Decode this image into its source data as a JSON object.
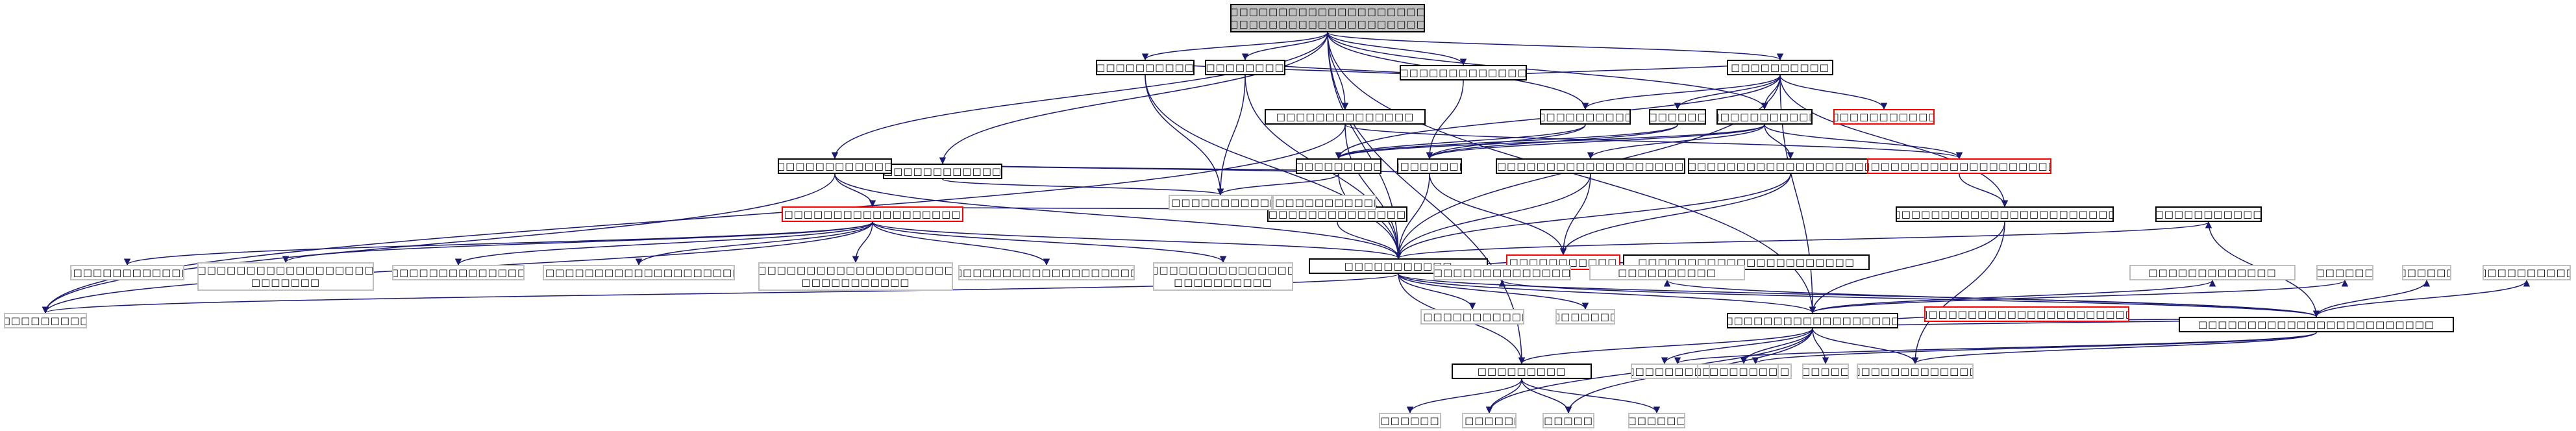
{
  "colors": {
    "edge": "#191970",
    "node_border": "#000000",
    "external_border": "#bfbfbf",
    "incomplete_border": "#ff0000",
    "root_fill": "#bfbfbf"
  },
  "nodes": [
    {
      "id": "root",
      "label": "□□□□□□□□□□□□□□□□□□□□□□\n□□□□□□□□□□□□□□□□□□□□□□□□□□□□□□□□□□□□",
      "style": "root"
    },
    {
      "id": "n1",
      "label": "□□□□□□□□□□□□□□",
      "style": "normal"
    },
    {
      "id": "n2",
      "label": "□□□□□□□□□□□□",
      "style": "normal"
    },
    {
      "id": "n3",
      "label": "□□□□□□□□□□",
      "style": "normal"
    },
    {
      "id": "n4",
      "label": "□□□□□□□□□□□□□□□□□□",
      "style": "normal"
    },
    {
      "id": "n5",
      "label": "□□□□□□□□□□□□□□□□□",
      "style": "normal"
    },
    {
      "id": "n6",
      "label": "□□□□□□□□□□□□□□",
      "style": "normal"
    },
    {
      "id": "n7",
      "label": "□□□□□□",
      "style": "normal"
    },
    {
      "id": "n8",
      "label": "□□□□□□□□□□□□□□□",
      "style": "normal"
    },
    {
      "id": "n9",
      "label": "□□□□□□□□□□□□□",
      "style": "red"
    },
    {
      "id": "n10",
      "label": "□□□□□□□□□□□□□□",
      "style": "normal"
    },
    {
      "id": "n11",
      "label": "□□□□□□□□□□□",
      "style": "normal"
    },
    {
      "id": "n12",
      "label": "□□□□□□□□□□",
      "style": "normal"
    },
    {
      "id": "n13",
      "label": "□□□□□□□□□□□□□□□□□□□□□□□□□",
      "style": "normal"
    },
    {
      "id": "n14",
      "label": "□□□□□□□□□□□□□□□□□□□□□□□□□",
      "style": "normal"
    },
    {
      "id": "n15",
      "label": "□□□□□□□□□□□□□□□□□□□□□□□□",
      "style": "red"
    },
    {
      "id": "n16",
      "label": "□□□□□□□□□□□□□□",
      "style": "normal"
    },
    {
      "id": "n17",
      "label": "□□□□□□□□□□□□□□□□□□□□",
      "style": "red"
    },
    {
      "id": "n18",
      "label": "□□□□□□□□□□□□□□□□□□",
      "style": "normal"
    },
    {
      "id": "n19",
      "label": "□□□□□□□□□□□□□□□□□□□□□□□□□□□□□□□",
      "style": "normal"
    },
    {
      "id": "n20",
      "label": "□□□□□□□□□□□□□□□□□□□",
      "style": "normal"
    },
    {
      "id": "n21",
      "label": "□□□□□□□□□□□",
      "style": "red"
    },
    {
      "id": "n22",
      "label": "□□□□□□□□□□□□□□□□□□□□□□",
      "style": "normal"
    },
    {
      "id": "n23",
      "label": "□□□□□□□□□□□",
      "style": "normal"
    },
    {
      "id": "n24",
      "label": "□□□□□□□□□□□□□□□□□□□□□□□□",
      "style": "normal"
    },
    {
      "id": "n25",
      "label": "□□□□□□□□□□□□□□□□□□□□□□",
      "style": "red"
    },
    {
      "id": "n26",
      "label": "□□□□□□□□□□□□□□□□□□□□□□",
      "style": "normal"
    },
    {
      "id": "n27",
      "label": "□□□□□□□□□",
      "style": "normal"
    },
    {
      "id": "e1",
      "label": "□□□□□□□□□□□□",
      "style": "ext"
    },
    {
      "id": "e2",
      "label": "□□□□□□□□□□□",
      "style": "ext"
    },
    {
      "id": "e3",
      "label": "□□□□□□□□□□□□□□□",
      "style": "ext"
    },
    {
      "id": "e4",
      "label": "□□□□□□□□□□□□□□□□□□□□□□\n□□□□□□□",
      "style": "ext"
    },
    {
      "id": "e5",
      "label": "□□□□□□□□□□□□□□□□□□",
      "style": "ext"
    },
    {
      "id": "e6",
      "label": "□□□□□□□□□□□□□□□□□□□□□□□□□",
      "style": "ext"
    },
    {
      "id": "e7",
      "label": "□□□□□□□□□□□□□□□□□□□□□□□□\n□□□□□□□□□□□",
      "style": "ext"
    },
    {
      "id": "e8",
      "label": "□□□□□□□□□□□□□□□□□□□□□□□□□",
      "style": "ext"
    },
    {
      "id": "e9",
      "label": "□□□□□□□□□□□□□□□□□\n□□□□□□□□□□",
      "style": "ext"
    },
    {
      "id": "e10",
      "label": "□□□□□□□□□□□□□□□□□□□□",
      "style": "ext"
    },
    {
      "id": "e11",
      "label": "□□□□□□□□□□□□□□□□□□□□□□□□",
      "style": "ext"
    },
    {
      "id": "e12",
      "label": "□□□□□□□",
      "style": "ext"
    },
    {
      "id": "e13",
      "label": "□□□□□□□",
      "style": "ext"
    },
    {
      "id": "e14",
      "label": "□□□□□□□",
      "style": "ext"
    },
    {
      "id": "e15",
      "label": "□□□□□□□□□□□□",
      "style": "ext"
    },
    {
      "id": "e16",
      "label": "□□□□□□□□□□□□",
      "style": "ext"
    },
    {
      "id": "e17",
      "label": "□□□□□□□□□□□□□",
      "style": "ext"
    },
    {
      "id": "e18",
      "label": "□□□□□□□□□□□□□□□□□□□□□□□",
      "style": "ext"
    },
    {
      "id": "e19",
      "label": "□□□□□□□□□□",
      "style": "ext"
    },
    {
      "id": "e20",
      "label": "□□□□□□□",
      "style": "ext"
    },
    {
      "id": "e21",
      "label": "□□□□□□□□□□□",
      "style": "ext"
    },
    {
      "id": "e22",
      "label": "□□□□□□□□□□□□□□□□□□□□□□□□□",
      "style": "ext"
    },
    {
      "id": "e23",
      "label": "□□□□□□□□□□□□□",
      "style": "ext"
    },
    {
      "id": "e24",
      "label": "□□□□□□□□",
      "style": "ext"
    },
    {
      "id": "e25",
      "label": "□□□□□□□□□□□□□□□□",
      "style": "ext"
    },
    {
      "id": "e26",
      "label": "□□□□□□□□□□",
      "style": "ext"
    },
    {
      "id": "e27",
      "label": "□□□□□□□□□□",
      "style": "ext"
    },
    {
      "id": "e28",
      "label": "□□□□□□□□□□□□□□□□□□",
      "style": "ext"
    }
  ],
  "edges": [
    [
      "root",
      "n1"
    ],
    [
      "root",
      "n2"
    ],
    [
      "root",
      "n3"
    ],
    [
      "root",
      "n4"
    ],
    [
      "root",
      "n5"
    ],
    [
      "root",
      "n6"
    ],
    [
      "root",
      "n10"
    ],
    [
      "root",
      "n16"
    ],
    [
      "root",
      "n23"
    ],
    [
      "root",
      "n26"
    ],
    [
      "root",
      "n27"
    ],
    [
      "root",
      "n8"
    ],
    [
      "n1",
      "e1"
    ],
    [
      "n1",
      "n5"
    ],
    [
      "n1",
      "n23"
    ],
    [
      "n2",
      "n5"
    ],
    [
      "n2",
      "e1"
    ],
    [
      "n2",
      "n23"
    ],
    [
      "n3",
      "n6"
    ],
    [
      "n3",
      "n5"
    ],
    [
      "n3",
      "n11"
    ],
    [
      "n3",
      "n7"
    ],
    [
      "n3",
      "n8"
    ],
    [
      "n3",
      "n9"
    ],
    [
      "n3",
      "n19"
    ],
    [
      "n3",
      "n26"
    ],
    [
      "n3",
      "n23"
    ],
    [
      "n4",
      "n11"
    ],
    [
      "n4",
      "n12"
    ],
    [
      "n4",
      "e1"
    ],
    [
      "n5",
      "n12"
    ],
    [
      "n6",
      "n11"
    ],
    [
      "n6",
      "n12"
    ],
    [
      "n7",
      "n11"
    ],
    [
      "n7",
      "n12"
    ],
    [
      "n8",
      "n11"
    ],
    [
      "n8",
      "n12"
    ],
    [
      "n8",
      "n13"
    ],
    [
      "n8",
      "n14"
    ],
    [
      "n8",
      "n15"
    ],
    [
      "n10",
      "n15"
    ],
    [
      "n10",
      "e2"
    ],
    [
      "n10",
      "n23"
    ],
    [
      "n11",
      "e1"
    ],
    [
      "n11",
      "n23"
    ],
    [
      "n12",
      "n21"
    ],
    [
      "n12",
      "n23"
    ],
    [
      "n13",
      "n21"
    ],
    [
      "n13",
      "n23"
    ],
    [
      "n14",
      "n21"
    ],
    [
      "n14",
      "n23"
    ],
    [
      "n15",
      "n19"
    ],
    [
      "n16",
      "n17"
    ],
    [
      "n16",
      "n23"
    ],
    [
      "n16",
      "e2"
    ],
    [
      "n17",
      "e3"
    ],
    [
      "n17",
      "e4"
    ],
    [
      "n17",
      "e5"
    ],
    [
      "n17",
      "e6"
    ],
    [
      "n17",
      "e7"
    ],
    [
      "n17",
      "e8"
    ],
    [
      "n17",
      "e9"
    ],
    [
      "n17",
      "e10"
    ],
    [
      "n17",
      "n23"
    ],
    [
      "n17",
      "e2"
    ],
    [
      "n18",
      "n23"
    ],
    [
      "n19",
      "n26"
    ],
    [
      "n19",
      "e22"
    ],
    [
      "n21",
      "n23"
    ],
    [
      "n22",
      "n23"
    ],
    [
      "n23",
      "e2"
    ],
    [
      "n23",
      "e11"
    ],
    [
      "n23",
      "e12"
    ],
    [
      "n23",
      "n26"
    ],
    [
      "n23",
      "n24"
    ],
    [
      "n23",
      "n27"
    ],
    [
      "n24",
      "n26"
    ],
    [
      "n25",
      "n26"
    ],
    [
      "n26",
      "n27"
    ],
    [
      "n26",
      "e19"
    ],
    [
      "n26",
      "e20"
    ],
    [
      "n26",
      "e21"
    ],
    [
      "n26",
      "e22"
    ],
    [
      "n26",
      "e23"
    ],
    [
      "n26",
      "e24"
    ],
    [
      "n26",
      "e14"
    ],
    [
      "n26",
      "e13"
    ],
    [
      "n27",
      "e15"
    ],
    [
      "n27",
      "e16"
    ],
    [
      "n27",
      "e13"
    ],
    [
      "n27",
      "e14"
    ],
    [
      "n24",
      "n20"
    ],
    [
      "n24",
      "n25"
    ],
    [
      "n24",
      "e17"
    ],
    [
      "n24",
      "e18"
    ],
    [
      "n24",
      "e25"
    ],
    [
      "n24",
      "e26"
    ],
    [
      "n24",
      "e27"
    ],
    [
      "n24",
      "e28"
    ],
    [
      "n24",
      "e22"
    ],
    [
      "n20",
      "n23"
    ]
  ]
}
